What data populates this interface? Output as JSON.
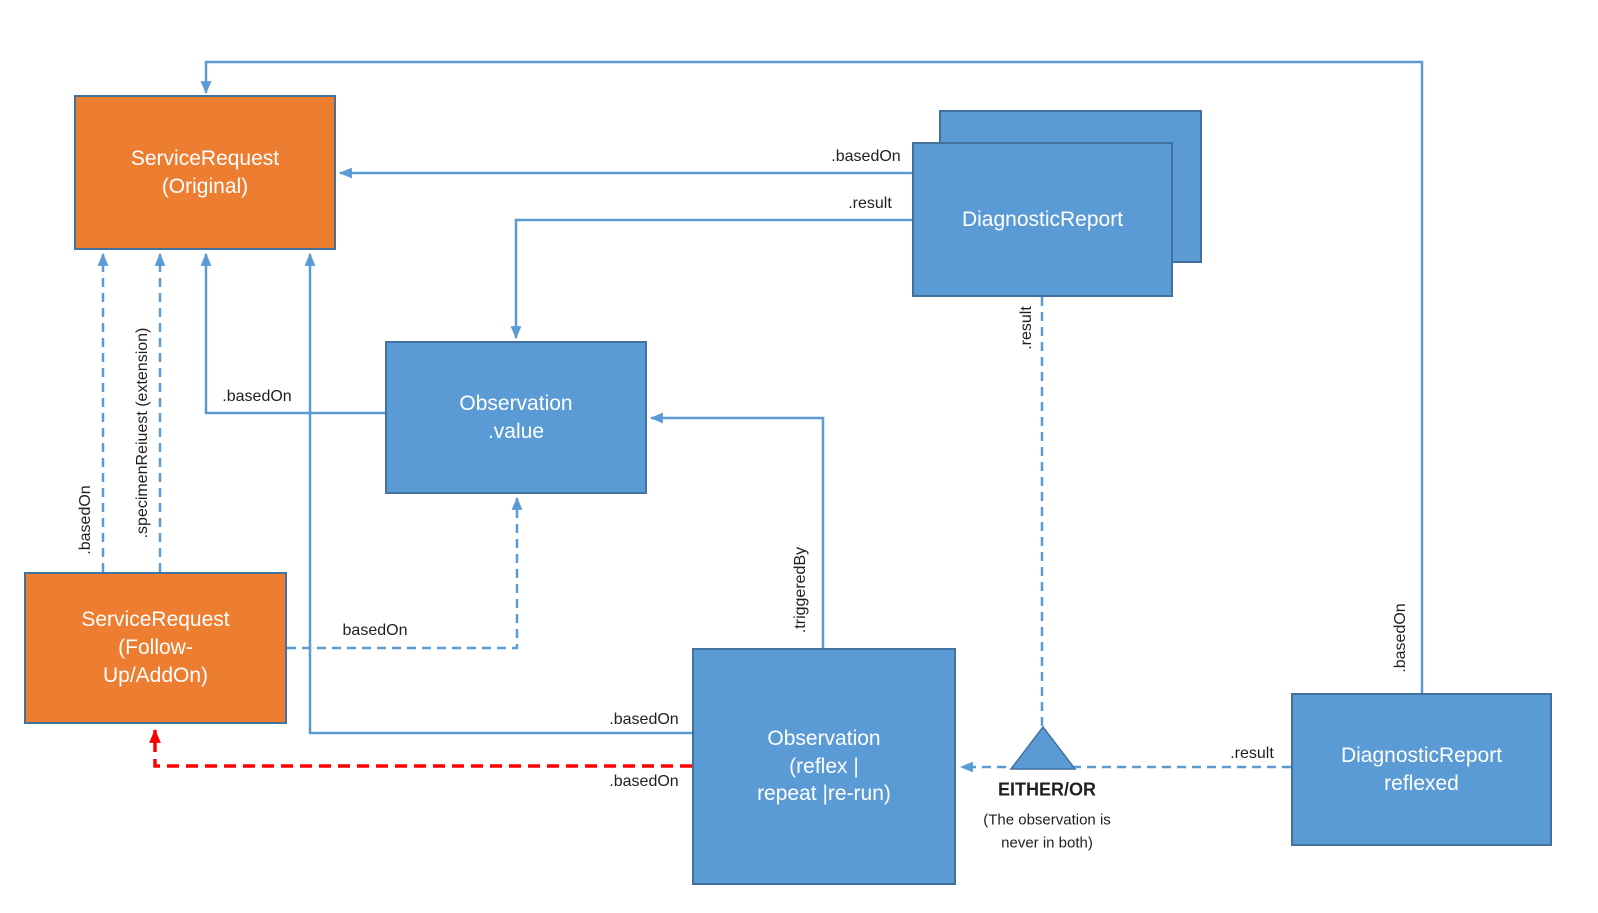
{
  "diagram": {
    "nodes": {
      "service_request_original": {
        "line1": "ServiceRequest",
        "line2": "(Original)"
      },
      "service_request_followup": {
        "line1": "ServiceRequest",
        "line2": "(Follow-",
        "line3": "Up/AddOn)"
      },
      "observation_value": {
        "line1": "Observation",
        "line2": ".value"
      },
      "diagnostic_report_back": {
        "label": "DiagnosticReport"
      },
      "diagnostic_report_front": {
        "label": "DiagnosticReport"
      },
      "observation_reflex": {
        "line1": "Observation",
        "line2": "(reflex |",
        "line3": "repeat |re-run)"
      },
      "diagnostic_report_reflexed": {
        "line1": "DiagnosticReport",
        "line2": "reflexed"
      }
    },
    "edge_labels": {
      "dr_basedon": ".basedOn",
      "dr_result": ".result",
      "obsvalue_basedon": ".basedOn",
      "obsreflex_basedon": ".basedOn",
      "red_basedon": ".basedOn",
      "followup_basedon_horizontal": "basedOn",
      "followup_basedon_vertical": ".basedOn",
      "specimen_request_extension": ".specimenReiuest (extension)",
      "triggeredby": ".triggeredBy",
      "dr_result_vertical": ".result",
      "drreflexed_basedon_vertical": ".basedOn",
      "reflexed_result": ".result"
    },
    "annotation": {
      "either_or": "EITHER/OR",
      "note_line1": "(The observation is",
      "note_line2": "never in both)"
    },
    "colors": {
      "orange_fill": "#ED7D31",
      "blue_fill": "#5B9BD5",
      "box_border": "#41719C",
      "line_blue": "#5B9BD5",
      "line_red": "#FF0000",
      "label_text": "#1F1F1F",
      "box_text": "#FFFFFF"
    }
  }
}
